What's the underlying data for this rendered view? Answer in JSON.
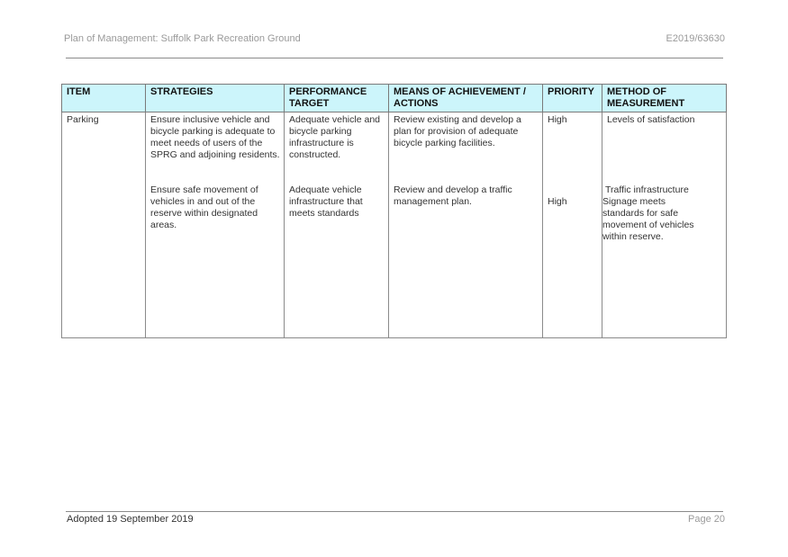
{
  "header": {
    "title": "Plan of Management: Suffolk Park Recreation Ground",
    "ref": "E2019/63630"
  },
  "table": {
    "columns": [
      "ITEM",
      "STRATEGIES",
      "PERFORMANCE TARGET",
      "MEANS OF ACHIEVEMENT / ACTIONS",
      "PRIORITY",
      "METHOD OF MEASUREMENT"
    ],
    "item": "Parking",
    "rows": [
      {
        "strategy": "Ensure inclusive vehicle and bicycle parking is adequate to meet needs of users of the SPRG and adjoining residents.",
        "target": "Adequate vehicle and bicycle parking infrastructure is constructed.",
        "action": "Review existing and develop a plan for provision of adequate bicycle parking facilities.",
        "priority": "High",
        "measurement": "Levels of satisfaction"
      },
      {
        "strategy": "Ensure safe movement of vehicles in and out of the reserve within designated areas.",
        "target": "Adequate vehicle infrastructure that meets standards",
        "action": "Review and develop a traffic management plan.",
        "priority": "High",
        "measurement_line1": "Traffic infrastructure",
        "measurement_line2": "Signage meets standards for safe movement of vehicles within reserve."
      }
    ]
  },
  "footer": {
    "adopted": "Adopted 19 September 2019",
    "page": "Page 20"
  }
}
